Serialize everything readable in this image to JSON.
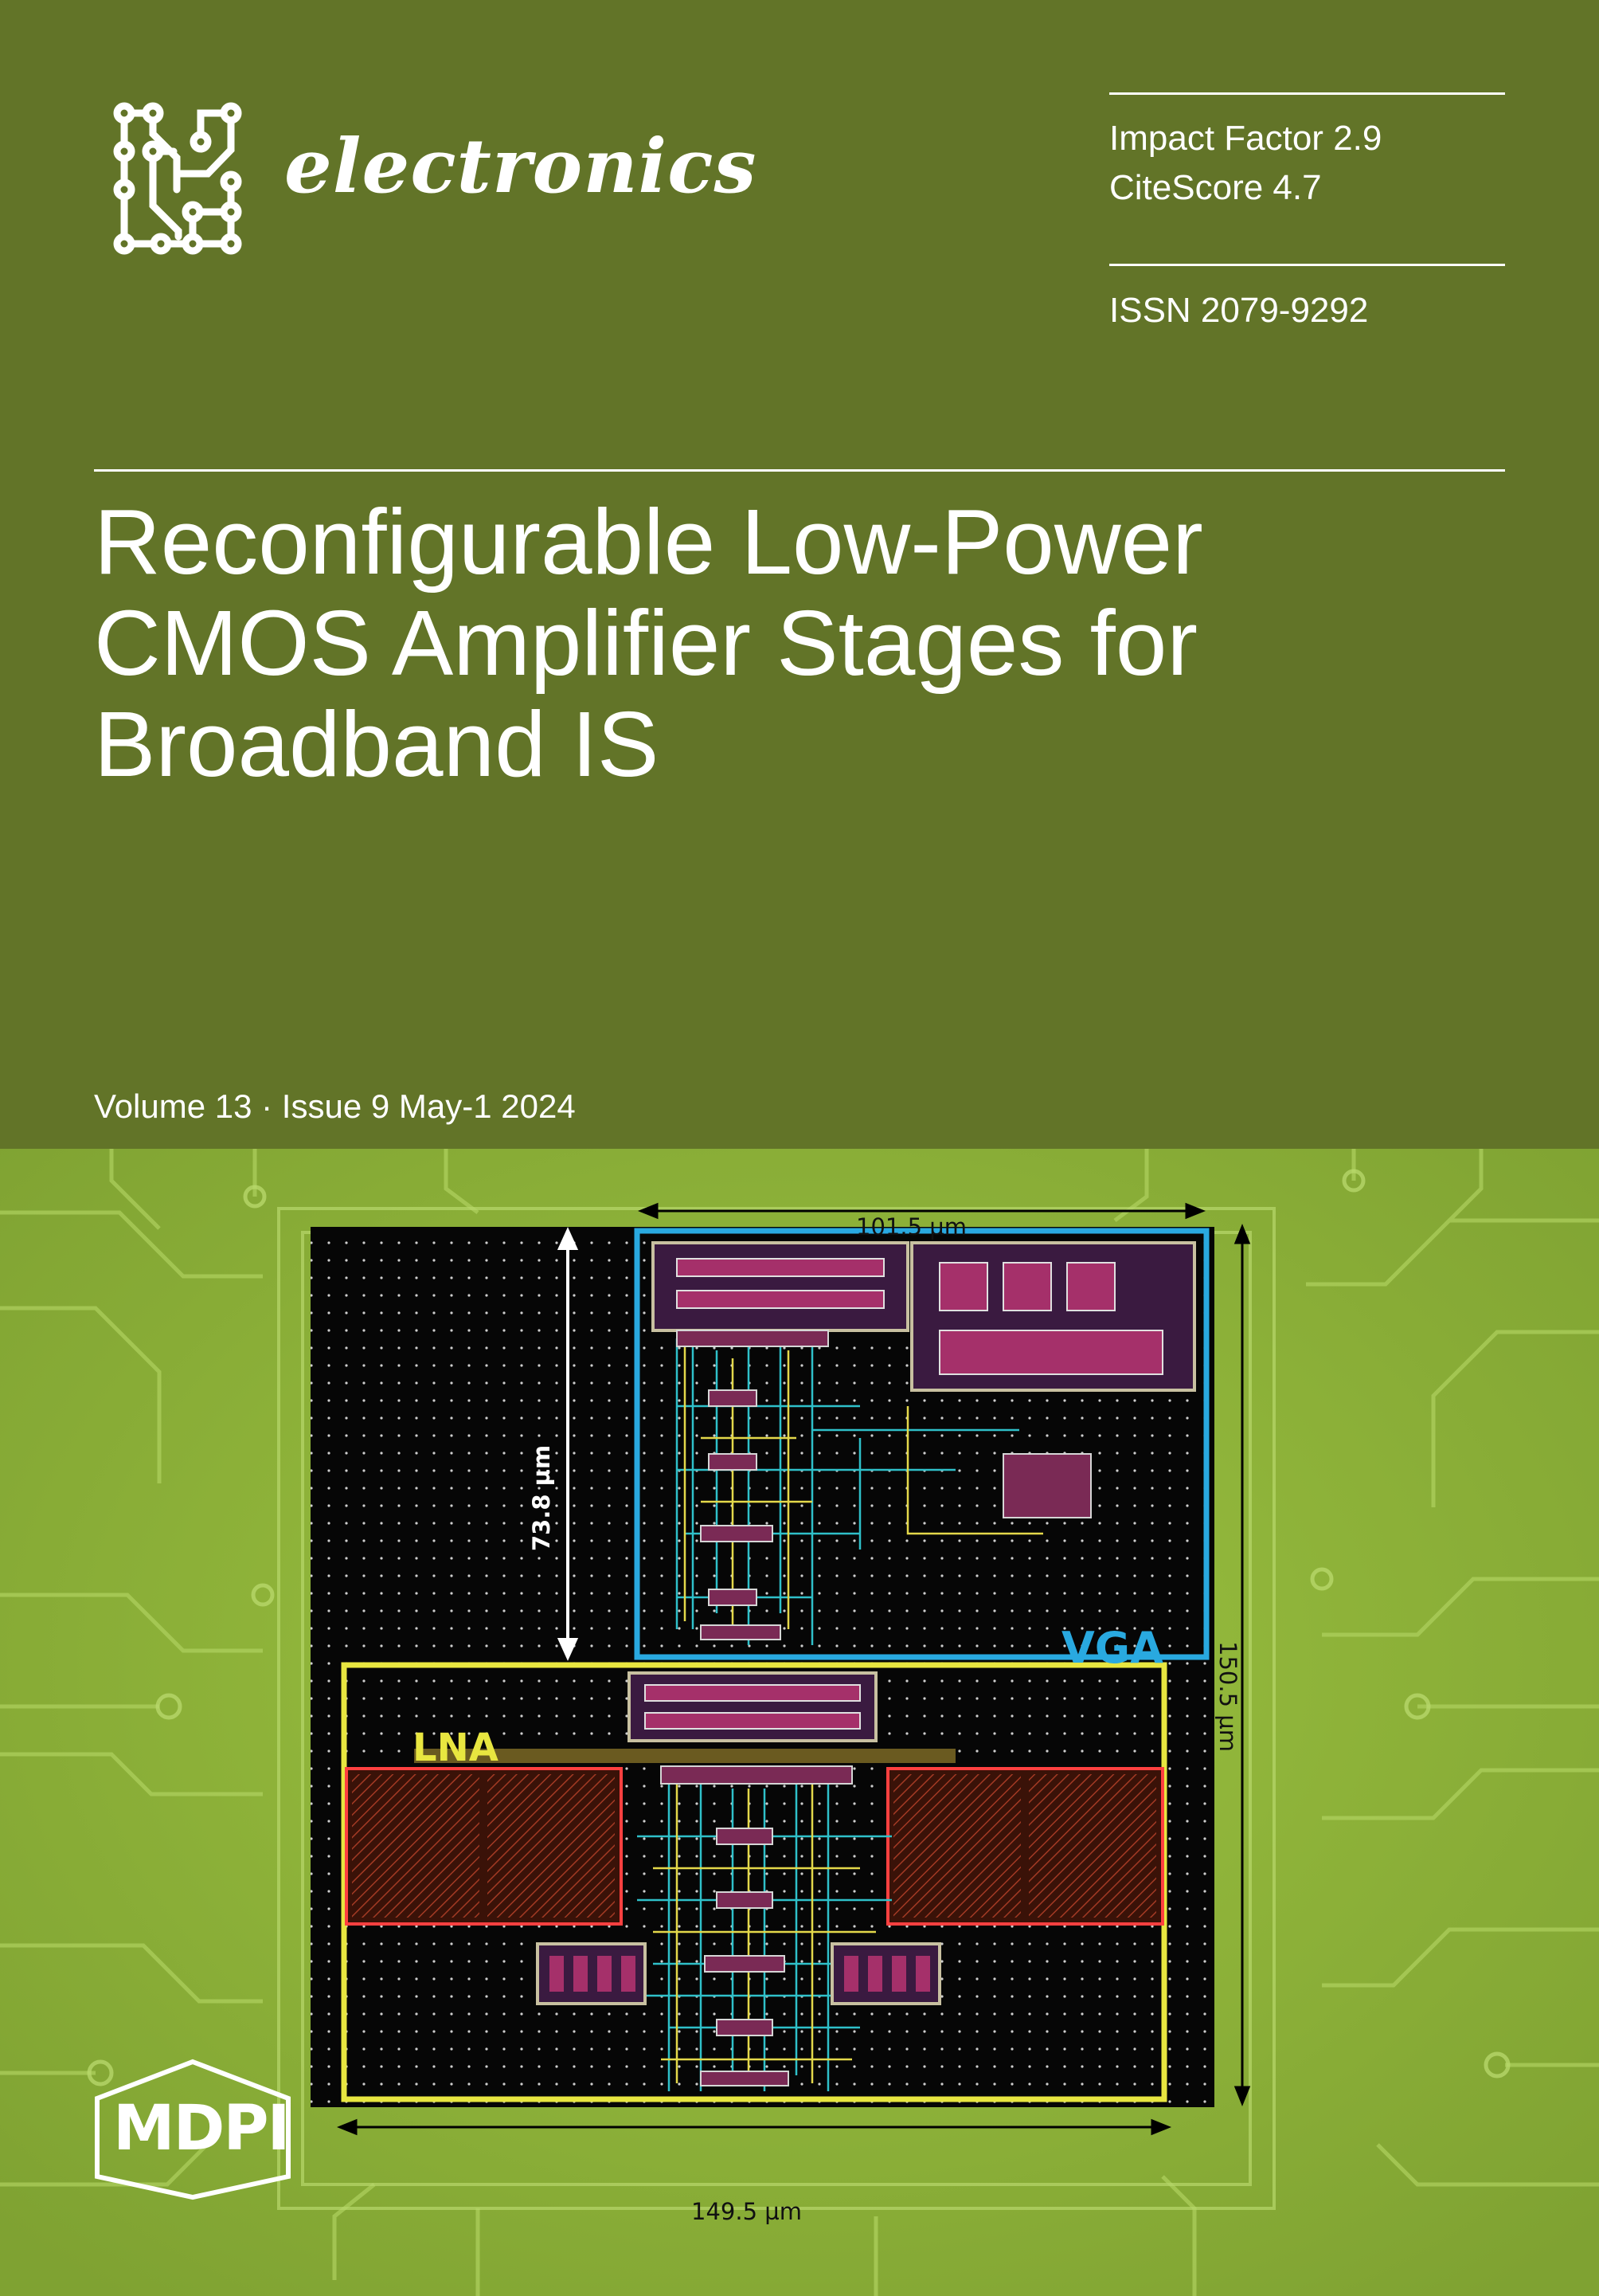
{
  "journal": {
    "name": "electronics",
    "impact_factor": "Impact Factor 2.9",
    "cite_score": "CiteScore 4.7",
    "issn": "ISSN 2079-9292"
  },
  "article": {
    "title_lines": [
      "Reconfigurable Low-Power",
      "CMOS Amplifier Stages for",
      "Broadband IS"
    ]
  },
  "issue": {
    "text": "Volume 13 · Issue 9 May-1 2024"
  },
  "figure": {
    "dim_top": "101.5 µm",
    "dim_left": "73.8 µm",
    "dim_right": "150.5 µm",
    "dim_bottom": "149.5 µm",
    "block_vga": "VGA",
    "block_lna": "LNA"
  },
  "publisher": {
    "name": "MDPI"
  },
  "colors": {
    "top_background": "#627428",
    "bottom_background": "#8fb33a",
    "vga_frame": "#29a9e0",
    "lna_frame": "#e8e640"
  }
}
